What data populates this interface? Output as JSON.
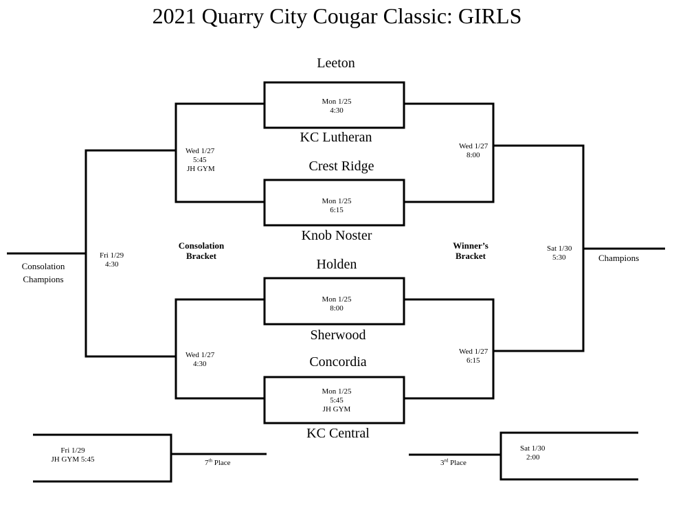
{
  "title": "2021 Quarry City Cougar Classic: GIRLS",
  "teams": [
    "Leeton",
    "KC Lutheran",
    "Crest Ridge",
    "Knob Noster",
    "Holden",
    "Sherwood",
    "Concordia",
    "KC Central"
  ],
  "games": {
    "r1_g1": [
      "Mon 1/25",
      "4:30"
    ],
    "r1_g2": [
      "Mon 1/25",
      "6:15"
    ],
    "r1_g3": [
      "Mon 1/25",
      "8:00"
    ],
    "r1_g4": [
      "Mon 1/25",
      "5:45",
      "JH GYM"
    ],
    "cons_top": [
      "Wed 1/27",
      "5:45",
      "JH GYM"
    ],
    "cons_bottom": [
      "Wed 1/27",
      "4:30"
    ],
    "win_top": [
      "Wed 1/27",
      "8:00"
    ],
    "win_bottom": [
      "Wed 1/27",
      "6:15"
    ],
    "cons_final": [
      "Fri 1/29",
      "4:30"
    ],
    "final": [
      "Sat 1/30",
      "5:30"
    ],
    "seventh": [
      "Fri 1/29",
      "JH GYM 5:45"
    ],
    "third": [
      "Sat 1/30",
      "2:00"
    ]
  },
  "labels": {
    "consolation_bracket": [
      "Consolation",
      "Bracket"
    ],
    "winners_bracket": [
      "Winner’s",
      "Bracket"
    ],
    "consolation_champions": [
      "Consolation",
      "Champions"
    ],
    "champions": "Champions",
    "seventh_num": "7",
    "seventh_sup": "th",
    "seventh_rest": " Place",
    "third_num": "3",
    "third_sup": "rd",
    "third_rest": " Place"
  }
}
